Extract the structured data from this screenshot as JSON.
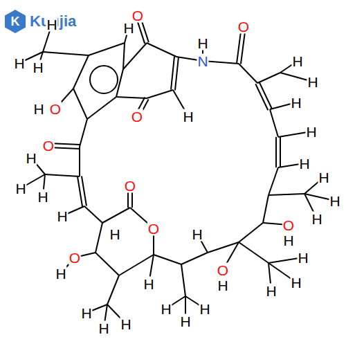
{
  "diagram": {
    "labels": [
      "K",
      "Kuujia",
      "H",
      "H",
      "O",
      "H",
      "N",
      "O",
      "H",
      "H",
      "H",
      "O",
      "O",
      "H",
      "H",
      "H",
      "H",
      "H",
      "H",
      "H",
      "H",
      "O",
      "H",
      "H",
      "H",
      "O",
      "H",
      "H",
      "O",
      "O",
      "H",
      "H",
      "H",
      "H",
      "O",
      "H",
      "O",
      "H",
      "H",
      "H",
      "H",
      "H",
      "H",
      "H",
      "H",
      "H",
      "H"
    ]
  }
}
